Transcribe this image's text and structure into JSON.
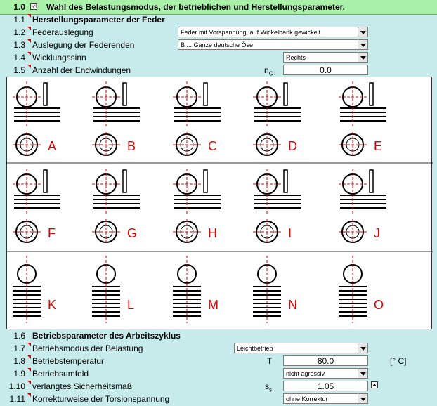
{
  "header": {
    "number": "1.0",
    "title": "Wahl des Belastungsmodus, der betrieblichen und Herstellungsparameter.",
    "checked": "☑"
  },
  "section1": {
    "number": "1.1",
    "title": "Herstellungsparameter der Feder"
  },
  "rows1": [
    {
      "number": "1.2",
      "label": "Federauslegung",
      "value": "Feder mit Vorspannung,  auf Wickelbank gewickelt"
    },
    {
      "number": "1.3",
      "label": "Auslegung der Federenden",
      "value": "B ... Ganze deutsche Öse"
    },
    {
      "number": "1.4",
      "label": "Wicklungssinn",
      "value": "Rechts"
    },
    {
      "number": "1.5",
      "label": "Anzahl  der Endwindungen",
      "symbol": "n",
      "symbol_sub": "C",
      "value": "0.0"
    }
  ],
  "hooks": [
    "A",
    "B",
    "C",
    "D",
    "E",
    "F",
    "G",
    "H",
    "I",
    "J",
    "K",
    "L",
    "M",
    "N",
    "O"
  ],
  "section2": {
    "number": "1.6",
    "title": "Betriebsparameter des Arbeitszyklus"
  },
  "rows2": [
    {
      "number": "1.7",
      "label": "Betriebsmodus der Belastung",
      "value": "Leichtbetrieb"
    },
    {
      "number": "1.8",
      "label": "Betriebstemperatur",
      "symbol": "T",
      "value": "80.0",
      "unit": "[° C]"
    },
    {
      "number": "1.9",
      "label": "Betriebsumfeld",
      "value": "nicht agressiv"
    },
    {
      "number": "1.10",
      "label": "verlangtes Sicherheitsmaß",
      "symbol": "s",
      "symbol_sub": "s",
      "value": "1.05"
    },
    {
      "number": "1.11",
      "label": "Korrekturweise der Torsionspannung",
      "value": "ohne Korrektur"
    }
  ],
  "colors": {
    "background": "#c7eaea",
    "header": "#a9f0a9",
    "red_marks": "#e00000"
  }
}
